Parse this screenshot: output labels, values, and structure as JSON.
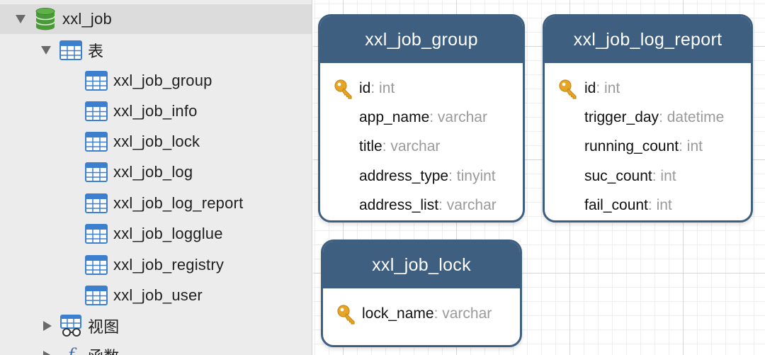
{
  "sidebar": {
    "database": {
      "label": "xxl_job",
      "icon": "database-icon",
      "expanded": true
    },
    "tables_group": {
      "label": "表",
      "icon": "table-icon",
      "expanded": true
    },
    "tables": [
      {
        "label": "xxl_job_group"
      },
      {
        "label": "xxl_job_info"
      },
      {
        "label": "xxl_job_lock"
      },
      {
        "label": "xxl_job_log"
      },
      {
        "label": "xxl_job_log_report"
      },
      {
        "label": "xxl_job_logglue"
      },
      {
        "label": "xxl_job_registry"
      },
      {
        "label": "xxl_job_user"
      }
    ],
    "views_group": {
      "label": "视图",
      "icon": "view-icon",
      "expanded": false
    },
    "functions_group": {
      "label": "函数",
      "icon": "function-icon",
      "expanded": false
    }
  },
  "entities": {
    "job_group": {
      "title": "xxl_job_group",
      "fields": [
        {
          "name": "id",
          "sep": ": ",
          "type": "int",
          "primary_key": true
        },
        {
          "name": "app_name",
          "sep": ": ",
          "type": "varchar"
        },
        {
          "name": "title",
          "sep": ": ",
          "type": "varchar"
        },
        {
          "name": "address_type",
          "sep": ": ",
          "type": "tinyint"
        },
        {
          "name": "address_list",
          "sep": ": ",
          "type": "varchar"
        }
      ]
    },
    "job_log_report": {
      "title": "xxl_job_log_report",
      "fields": [
        {
          "name": "id",
          "sep": ": ",
          "type": "int",
          "primary_key": true
        },
        {
          "name": "trigger_day",
          "sep": ": ",
          "type": "datetime"
        },
        {
          "name": "running_count",
          "sep": ": ",
          "type": "int"
        },
        {
          "name": "suc_count",
          "sep": ": ",
          "type": "int"
        },
        {
          "name": "fail_count",
          "sep": ": ",
          "type": "int"
        }
      ]
    },
    "job_lock": {
      "title": "xxl_job_lock",
      "fields": [
        {
          "name": "lock_name",
          "sep": ": ",
          "type": "varchar",
          "primary_key": true
        }
      ]
    }
  },
  "colors": {
    "entity_header": "#3e5f80",
    "entity_border": "#3e5f80",
    "field_type": "#9a9a9a",
    "key_icon": "#e6a526",
    "database_icon": "#4a9a3a",
    "table_icon": "#3d7fcf",
    "sidebar_bg": "#ececec",
    "sidebar_selected": "#dcdcdc"
  }
}
